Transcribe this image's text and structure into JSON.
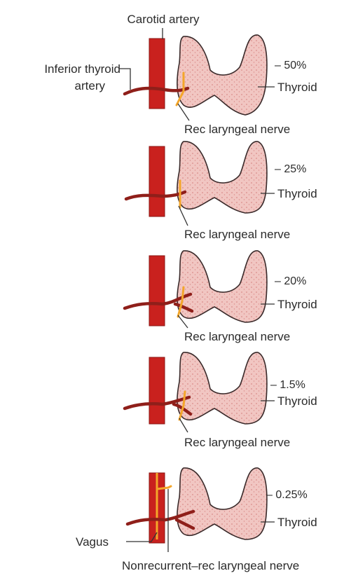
{
  "labels": {
    "carotid_artery": "Carotid artery",
    "inferior_thyroid_line1": "Inferior thyroid",
    "inferior_thyroid_line2": "artery",
    "thyroid": "Thyroid",
    "rec_laryngeal_nerve": "Rec laryngeal nerve",
    "vagus": "Vagus",
    "nonrecurrent_nerve": "Nonrecurrent–rec laryngeal nerve"
  },
  "variants": [
    {
      "percentage": "– 50%"
    },
    {
      "percentage": "– 25%"
    },
    {
      "percentage": "– 20%"
    },
    {
      "percentage": "– 1.5%"
    },
    {
      "percentage": "– 0.25%"
    }
  ],
  "colors": {
    "carotid": "#c9211e",
    "carotid_edge": "#8a1512",
    "inferior_artery": "#8f1f1a",
    "nerve": "#f4a62a",
    "thyroid_fill": "#f1c6c2",
    "thyroid_stroke": "#3a2a2a",
    "thyroid_dots": "#d98c8a"
  }
}
